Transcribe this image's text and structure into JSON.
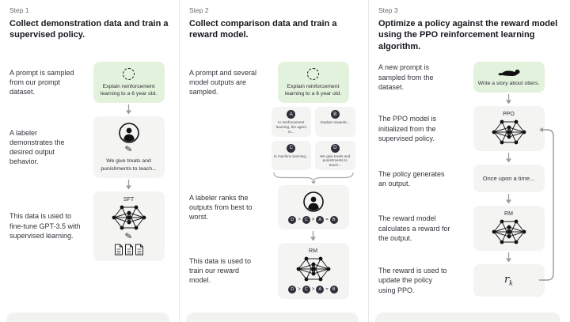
{
  "colors": {
    "background": "#ffffff",
    "green_box": "#e3f2dc",
    "gray_box": "#f4f4f3",
    "dark_circle": "#2f2f3a",
    "title_text": "#17171f",
    "body_text": "#33333b",
    "step_label_text": "#6a6a72",
    "arrow": "#9b9b9b",
    "divider": "#e7e7e7"
  },
  "steps": [
    {
      "label": "Step 1",
      "title": "Collect demonstration data and train a supervised policy.",
      "rows": {
        "prompt_text": "A prompt is sampled from our prompt dataset.",
        "prompt_caption": "Explain reinforcement learning to a 6 year old.",
        "labeler_text": "A labeler demonstrates the desired output behavior.",
        "labeler_caption": "We give treats and punishments to teach...",
        "sft_text": "This data is used to fine-tune GPT-3.5 with supervised learning.",
        "sft_label": "SFT"
      }
    },
    {
      "label": "Step 2",
      "title": "Collect comparison data and train a reward model.",
      "rows": {
        "prompt_text": "A prompt and several model outputs are sampled.",
        "prompt_caption": "Explain reinforcement learning to a 6 year old.",
        "outputs": [
          {
            "id": "A",
            "text": "In reinforcement learning, the agent is..."
          },
          {
            "id": "B",
            "text": "Explain rewards..."
          },
          {
            "id": "C",
            "text": "In machine learning..."
          },
          {
            "id": "D",
            "text": "We give treats and punishments to teach..."
          }
        ],
        "rank_text": "A labeler ranks the outputs from best to worst.",
        "ranking": {
          "letters": [
            "D",
            "C",
            "A",
            "B"
          ],
          "separators": [
            ">",
            ">",
            "="
          ]
        },
        "rm_text": "This data is used to train our reward model.",
        "rm_label": "RM"
      }
    },
    {
      "label": "Step 3",
      "title": "Optimize a policy against the reward model using the PPO reinforcement learning algorithm.",
      "rows": {
        "prompt_text": "A new prompt is sampled from the dataset.",
        "prompt_caption": "Write a story about otters.",
        "ppo_text": "The PPO model is initialized from the supervised policy.",
        "ppo_label": "PPO",
        "output_text": "The policy generates an output.",
        "output_caption": "Once upon a time...",
        "rm_text": "The reward model calculates a reward for the output.",
        "rm_label": "RM",
        "reward_text": "The reward is used to update the policy using PPO.",
        "reward_symbol": "r",
        "reward_subscript": "k"
      }
    }
  ]
}
